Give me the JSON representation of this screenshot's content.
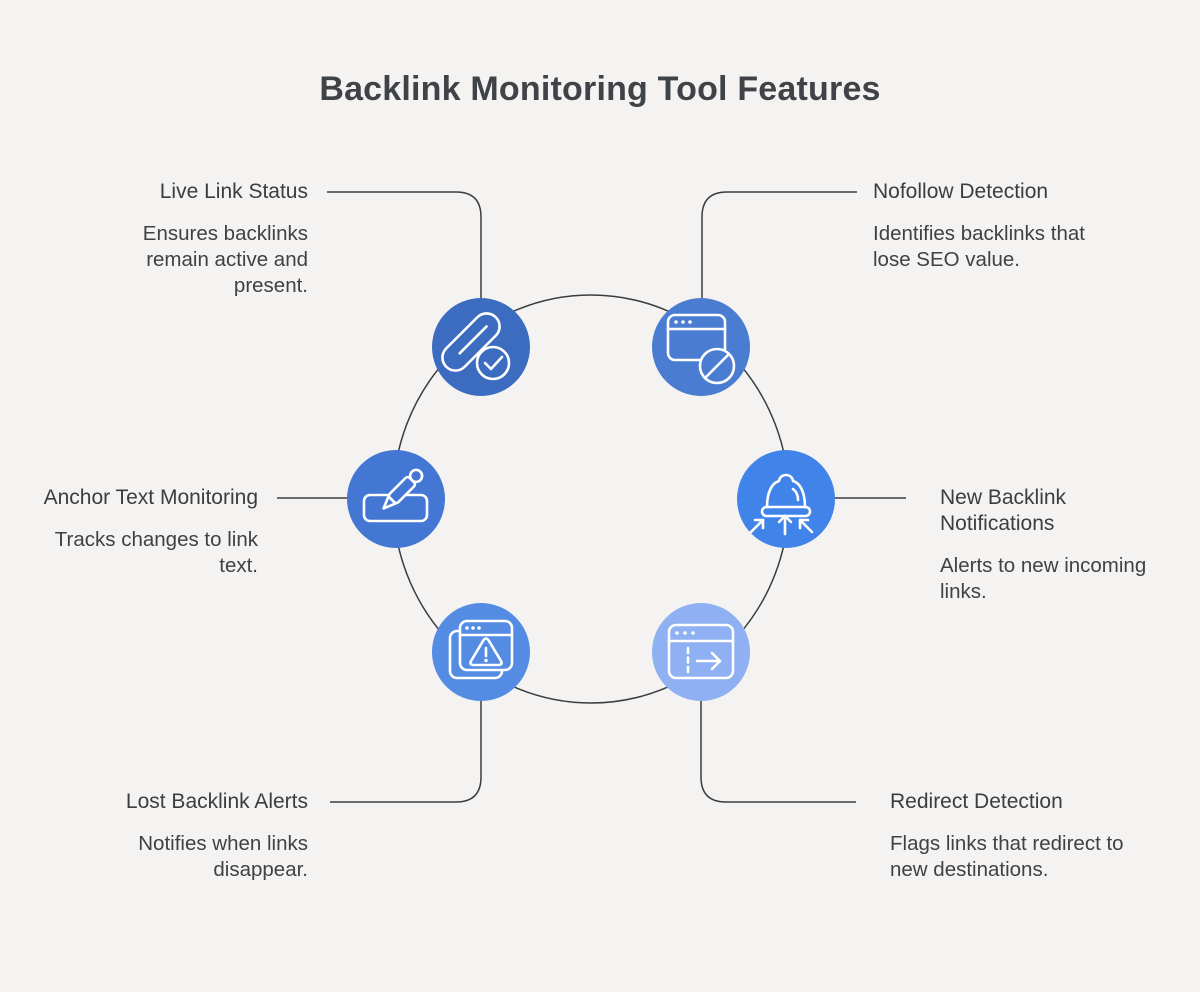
{
  "title": "Backlink Monitoring Tool Features",
  "colors": {
    "background": "#f4f3f2",
    "line": "#3a3c3e",
    "text": "#3a3d41",
    "icon_stroke": "#ffffff"
  },
  "features": [
    {
      "id": "live-link-status",
      "label": "Live Link Status",
      "description": "Ensures backlinks remain active and present.",
      "icon": "paperclip-check-icon",
      "color": "#3b6cc0"
    },
    {
      "id": "nofollow-detection",
      "label": "Nofollow Detection",
      "description": "Identifies backlinks that lose SEO value.",
      "icon": "blocked-window-icon",
      "color": "#4a7cd2"
    },
    {
      "id": "anchor-text-monitoring",
      "label": "Anchor Text Monitoring",
      "description": "Tracks changes to link text.",
      "icon": "pen-edit-icon",
      "color": "#4377d3"
    },
    {
      "id": "new-backlink-notifications",
      "label": "New Backlink Notifications",
      "description": "Alerts to new incoming links.",
      "icon": "bell-incoming-arrows-icon",
      "color": "#4184e9"
    },
    {
      "id": "lost-backlink-alerts",
      "label": "Lost Backlink Alerts",
      "description": "Notifies when links disappear.",
      "icon": "window-warning-icon",
      "color": "#548be3"
    },
    {
      "id": "redirect-detection",
      "label": "Redirect Detection",
      "description": "Flags links that redirect to new destinations.",
      "icon": "window-redirect-arrow-icon",
      "color": "#8fb0f2"
    }
  ]
}
